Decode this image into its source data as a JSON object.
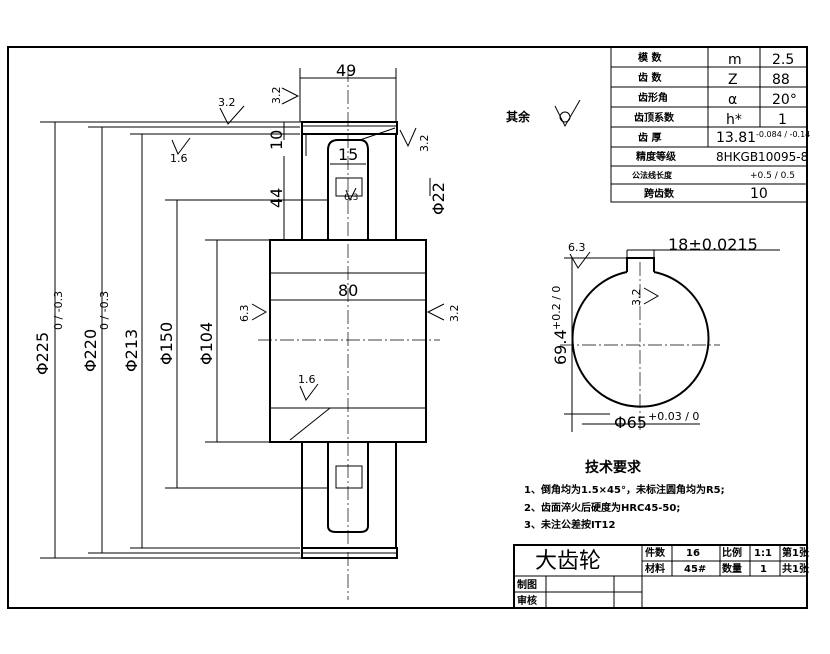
{
  "gear_table": {
    "rows": [
      {
        "label": "模    数",
        "symbol": "m",
        "value": "2.5"
      },
      {
        "label": "齿    数",
        "symbol": "Z",
        "value": "88"
      },
      {
        "label": "齿形角",
        "symbol": "α",
        "value": "20°"
      },
      {
        "label": "齿顶系数",
        "symbol": "h*",
        "value": "1"
      },
      {
        "label": "齿    厚",
        "symbol": "13.81",
        "value": "-0.084 / -0.14"
      },
      {
        "label": "精度等级",
        "symbol": "8HKGB10095-8",
        "value": ""
      },
      {
        "label": "公法线长度",
        "symbol": "+0.5 / 0.5",
        "value": ""
      },
      {
        "label": "跨齿数",
        "symbol": "10",
        "value": ""
      }
    ]
  },
  "roughness": {
    "other_label": "其余",
    "marks": [
      "3.2",
      "3.2",
      "1.6",
      "3.2",
      "6.3",
      "6.3",
      "3.2",
      "1.6",
      "6.3",
      "3.2"
    ]
  },
  "dims": {
    "width_top": "49",
    "rim": "10",
    "web": "15",
    "hole": "Φ22",
    "hub_step": "44",
    "hub_len": "80",
    "d1": "Φ225",
    "d1_tol": "0 / -0.3",
    "d2": "Φ220",
    "d2_tol": "0 / -0.3",
    "d3": "Φ213",
    "d4": "Φ150",
    "d5": "Φ104",
    "key_width": "18±0.0215",
    "key_depth": "69.4",
    "key_depth_tol": "+0.2 / 0",
    "bore": "Φ65",
    "bore_tol": "+0.03 / 0"
  },
  "tech": {
    "title": "技术要求",
    "items": [
      "1、倒角均为1.5×45°，未标注圆角均为R5;",
      "2、齿面淬火后硬度为HRC45-50;",
      "3、未注公差按IT12"
    ]
  },
  "title_block": {
    "part_name": "大齿轮",
    "quantity_label": "件数",
    "quantity": "16",
    "scale_label": "比例",
    "scale": "1:1",
    "sheet": "第1张",
    "material_label": "材料",
    "material": "45#",
    "count_label": "数量",
    "count": "1",
    "total": "共1张",
    "drawn_label": "制图",
    "check_label": "审核"
  }
}
